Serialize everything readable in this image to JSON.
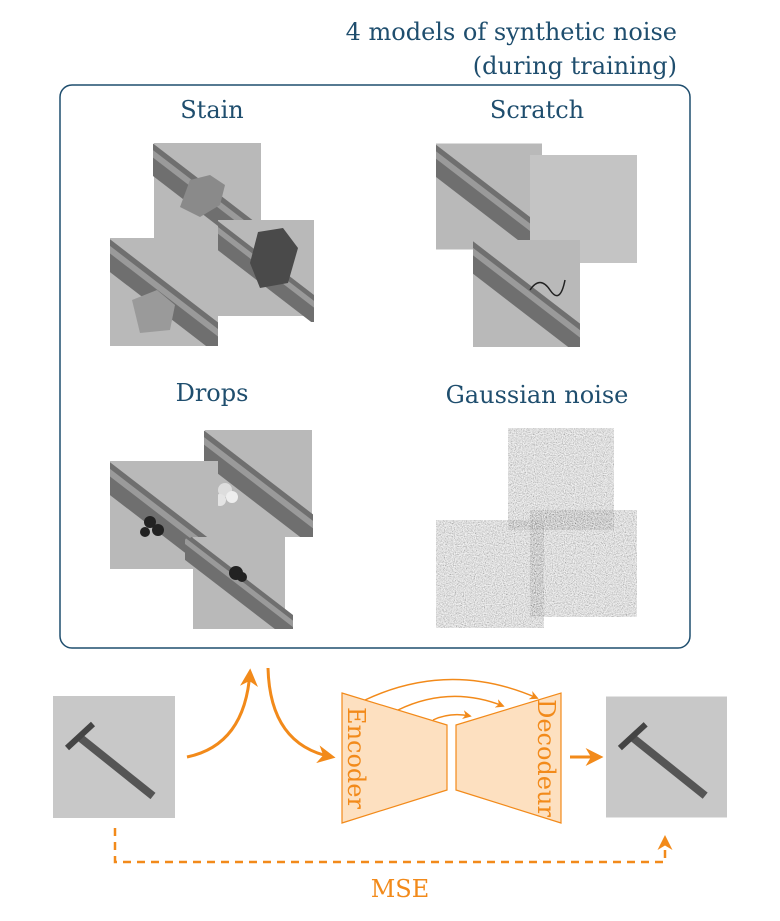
{
  "title": {
    "line1": "4 models of synthetic noise",
    "line2": "(during training)"
  },
  "noise_models": [
    {
      "label": "Stain"
    },
    {
      "label": "Scratch"
    },
    {
      "label": "Drops"
    },
    {
      "label": "Gaussian noise"
    }
  ],
  "network": {
    "encoder_label": "Encoder",
    "decoder_label": "Decodeur"
  },
  "loss_label": "MSE",
  "colors": {
    "accent": "#f28a1a",
    "title": "#1f4e6e",
    "block_fill": "#fde0c0"
  }
}
